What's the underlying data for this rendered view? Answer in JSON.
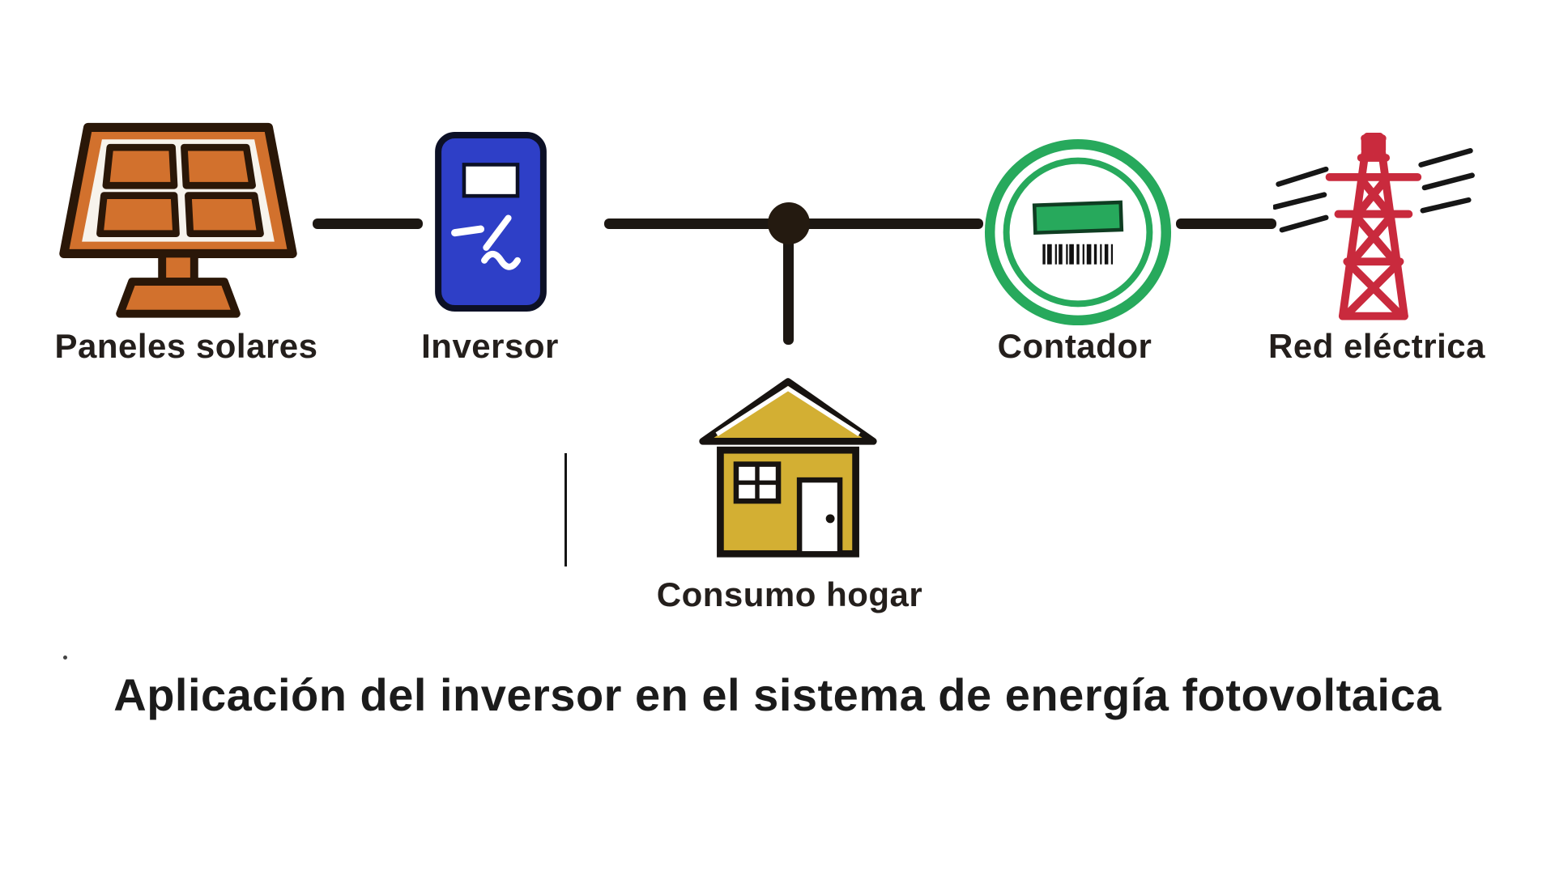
{
  "diagram": {
    "title": "Aplicación del inversor en el sistema de energía fotovoltaica",
    "nodes": {
      "panels": {
        "label": "Paneles solares",
        "icon": "solar-panel-icon"
      },
      "inverter": {
        "label": "Inversor",
        "icon": "inverter-icon"
      },
      "meter": {
        "label": "Contador",
        "icon": "meter-icon"
      },
      "grid": {
        "label": "Red eléctrica",
        "icon": "power-grid-icon"
      },
      "home": {
        "label": "Consumo hogar",
        "icon": "house-icon"
      }
    },
    "connections": [
      "panels-inverter",
      "inverter-junction",
      "junction-meter",
      "meter-grid",
      "junction-home"
    ],
    "colors": {
      "panel_orange": "#d2712d",
      "inverter_blue": "#2e3fc7",
      "meter_green": "#27a95c",
      "grid_red": "#c92a3d",
      "house_gold": "#d3af33",
      "connector_black": "#1c1712"
    }
  }
}
